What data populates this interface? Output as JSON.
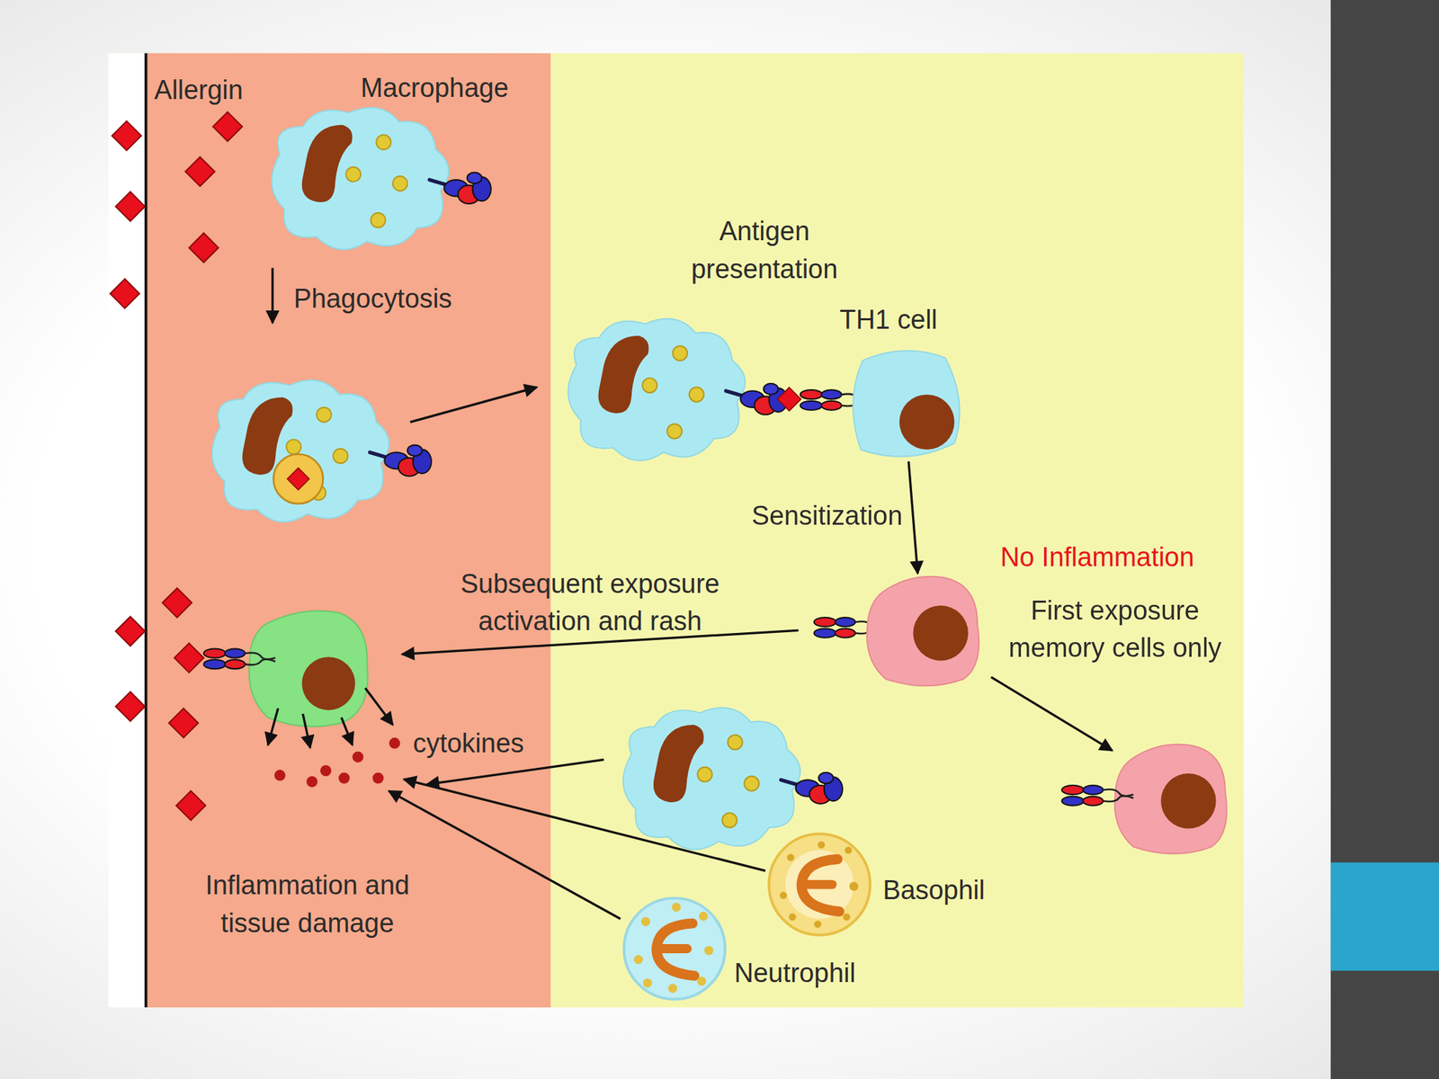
{
  "diagram": {
    "nodes": [
      {
        "text": [
          "Macrophage"
        ]
      },
      {
        "text": [
          "TH1 cell"
        ]
      },
      {
        "text": [
          "No Inflammation",
          "First exposure memory cells only"
        ]
      },
      {
        "text": [
          "cytokines"
        ]
      },
      {
        "text": [
          "Basophil"
        ]
      },
      {
        "text": [
          "Neutrophil"
        ]
      }
    ],
    "edges": [
      {
        "from": 1,
        "to": 2,
        "label": "Sensitization",
        "arrow": "to"
      },
      {
        "from": 4,
        "to": 3,
        "arrow": "to"
      },
      {
        "from": 5,
        "to": 3,
        "arrow": "to"
      }
    ],
    "labels": [
      "Allergin",
      "Phagocytosis",
      "Antigen presentation",
      "Subsequent exposure activation and rash",
      "Inflammation and tissue damage"
    ]
  }
}
